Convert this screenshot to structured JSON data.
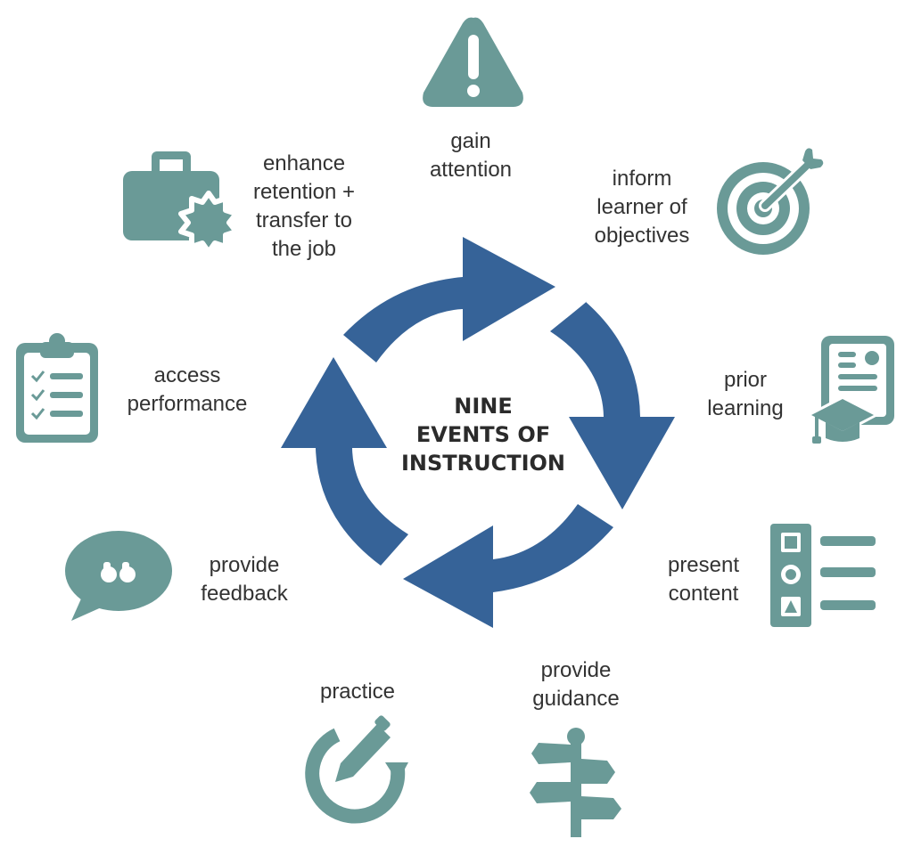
{
  "colors": {
    "icon": "#6a9a97",
    "arrow": "#366398",
    "text": "#333333",
    "background": "#ffffff"
  },
  "center": {
    "lines": [
      "NINE",
      "EVENTS OF",
      "INSTRUCTION"
    ]
  },
  "events": [
    {
      "id": "gain-attention",
      "icon": "warning-icon",
      "lines": [
        "gain",
        "attention"
      ]
    },
    {
      "id": "inform-learner-of-objectives",
      "icon": "target-icon",
      "lines": [
        "inform",
        "learner of",
        "objectives"
      ]
    },
    {
      "id": "prior-learning",
      "icon": "certificate-icon",
      "lines": [
        "prior",
        "learning"
      ]
    },
    {
      "id": "present-content",
      "icon": "content-list-icon",
      "lines": [
        "present",
        "content"
      ]
    },
    {
      "id": "provide-guidance",
      "icon": "signpost-icon",
      "lines": [
        "provide",
        "guidance"
      ]
    },
    {
      "id": "practice",
      "icon": "practice-icon",
      "lines": [
        "practice"
      ]
    },
    {
      "id": "provide-feedback",
      "icon": "speech-bubble-icon",
      "lines": [
        "provide",
        "feedback"
      ]
    },
    {
      "id": "access-performance",
      "icon": "clipboard-icon",
      "lines": [
        "access",
        "performance"
      ]
    },
    {
      "id": "enhance-retention",
      "icon": "briefcase-badge-icon",
      "lines": [
        "enhance",
        "retention +",
        "transfer to",
        "the job"
      ]
    }
  ]
}
